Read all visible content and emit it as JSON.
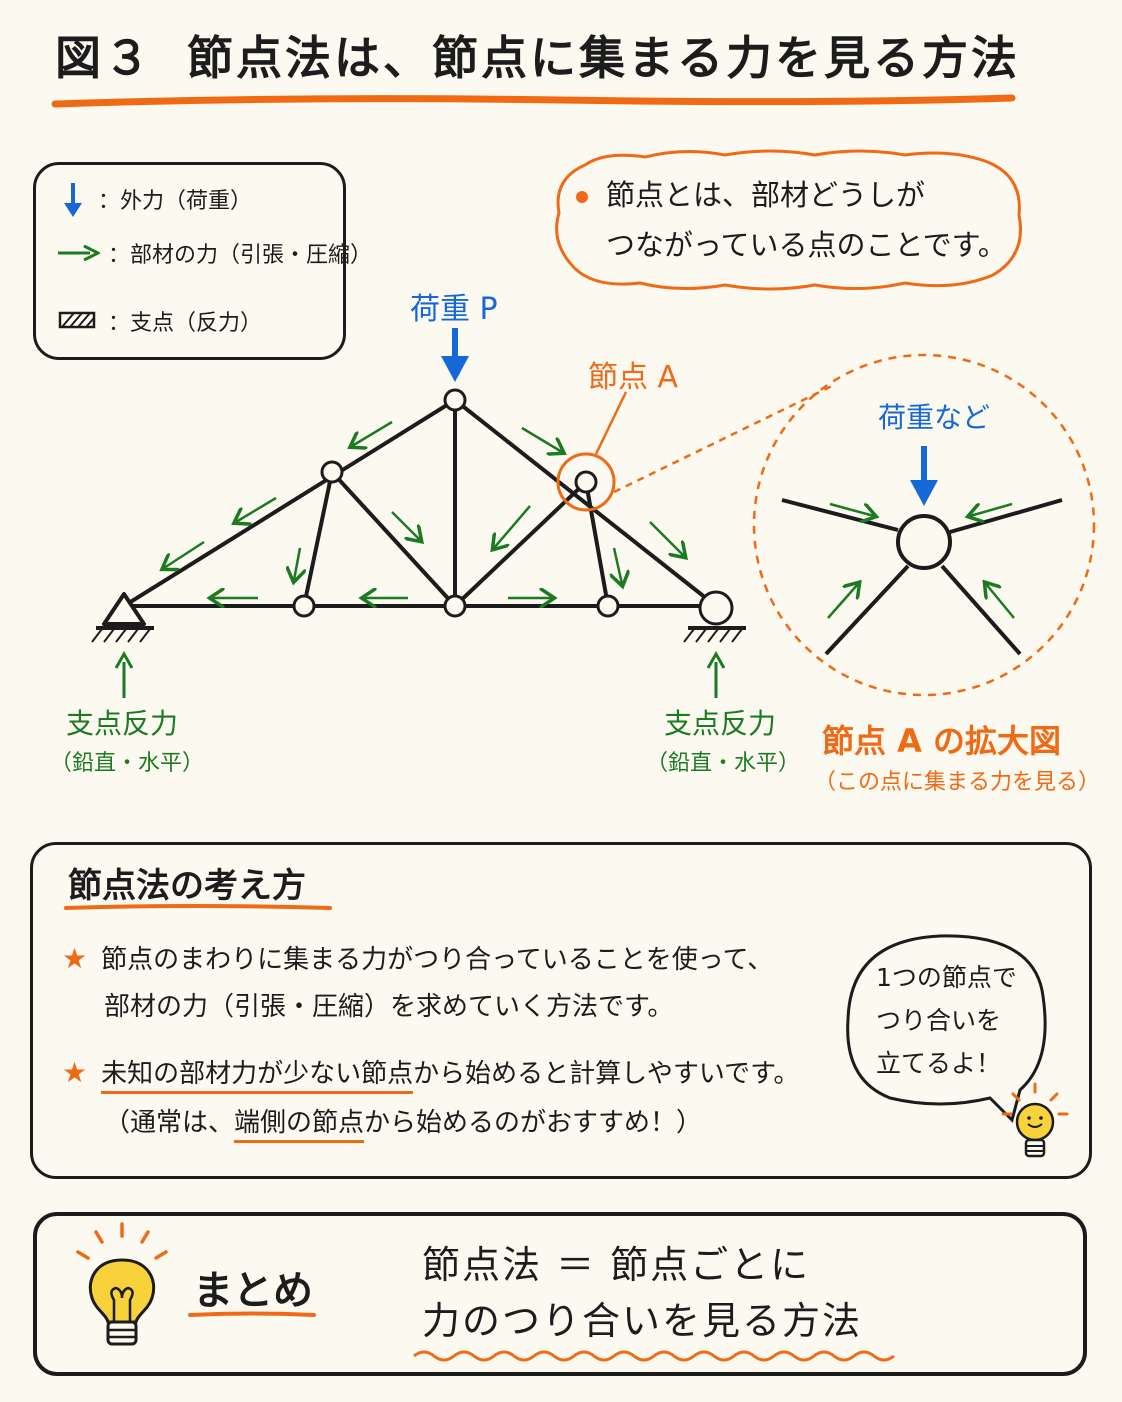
{
  "title": {
    "figure": "図３",
    "text": "節点法は、節点に集まる力を見る方法"
  },
  "legend": {
    "external_force": "：外力（荷重）",
    "member_force": "：部材の力（引張・圧縮）",
    "support": "：支点（反力）"
  },
  "definition": {
    "line1": "節点とは、部材どうしが",
    "line2": "つながっている点のことです。"
  },
  "truss": {
    "load_label": "荷重 P",
    "node_label": "節点 A",
    "left_support_label": "支点反力",
    "left_support_sub": "（鉛直・水平）",
    "right_support_label": "支点反力",
    "right_support_sub": "（鉛直・水平）"
  },
  "zoom": {
    "load_label": "荷重など",
    "title": "節点 A の拡大図",
    "subtitle": "（この点に集まる力を見る）"
  },
  "method": {
    "title": "節点法の考え方",
    "star1_line1": "節点のまわりに集まる力がつり合っていることを使って、",
    "star1_line2": "部材の力（引張・圧縮）を求めていく方法です。",
    "star2_pre": "",
    "star2_ul1": "未知の部材力が少ない節点",
    "star2_post": "から始めると計算しやすいです。",
    "star2_line2_pre": "（通常は、",
    "star2_line2_ul": "端側の節点",
    "star2_line2_post": "から始めるのがおすすめ！）",
    "bubble_line1": "1つの節点で",
    "bubble_line2": "つり合いを",
    "bubble_line3": "立てるよ！"
  },
  "summary": {
    "label": "まとめ",
    "line1": "節点法 ＝ 節点ごとに",
    "line2": "力のつり合いを見る方法"
  },
  "colors": {
    "blue": "#1668d6",
    "orange": "#f06a16",
    "green": "#1c7a22",
    "ink": "#1c1c1c",
    "bulb": "#f7d23a"
  }
}
